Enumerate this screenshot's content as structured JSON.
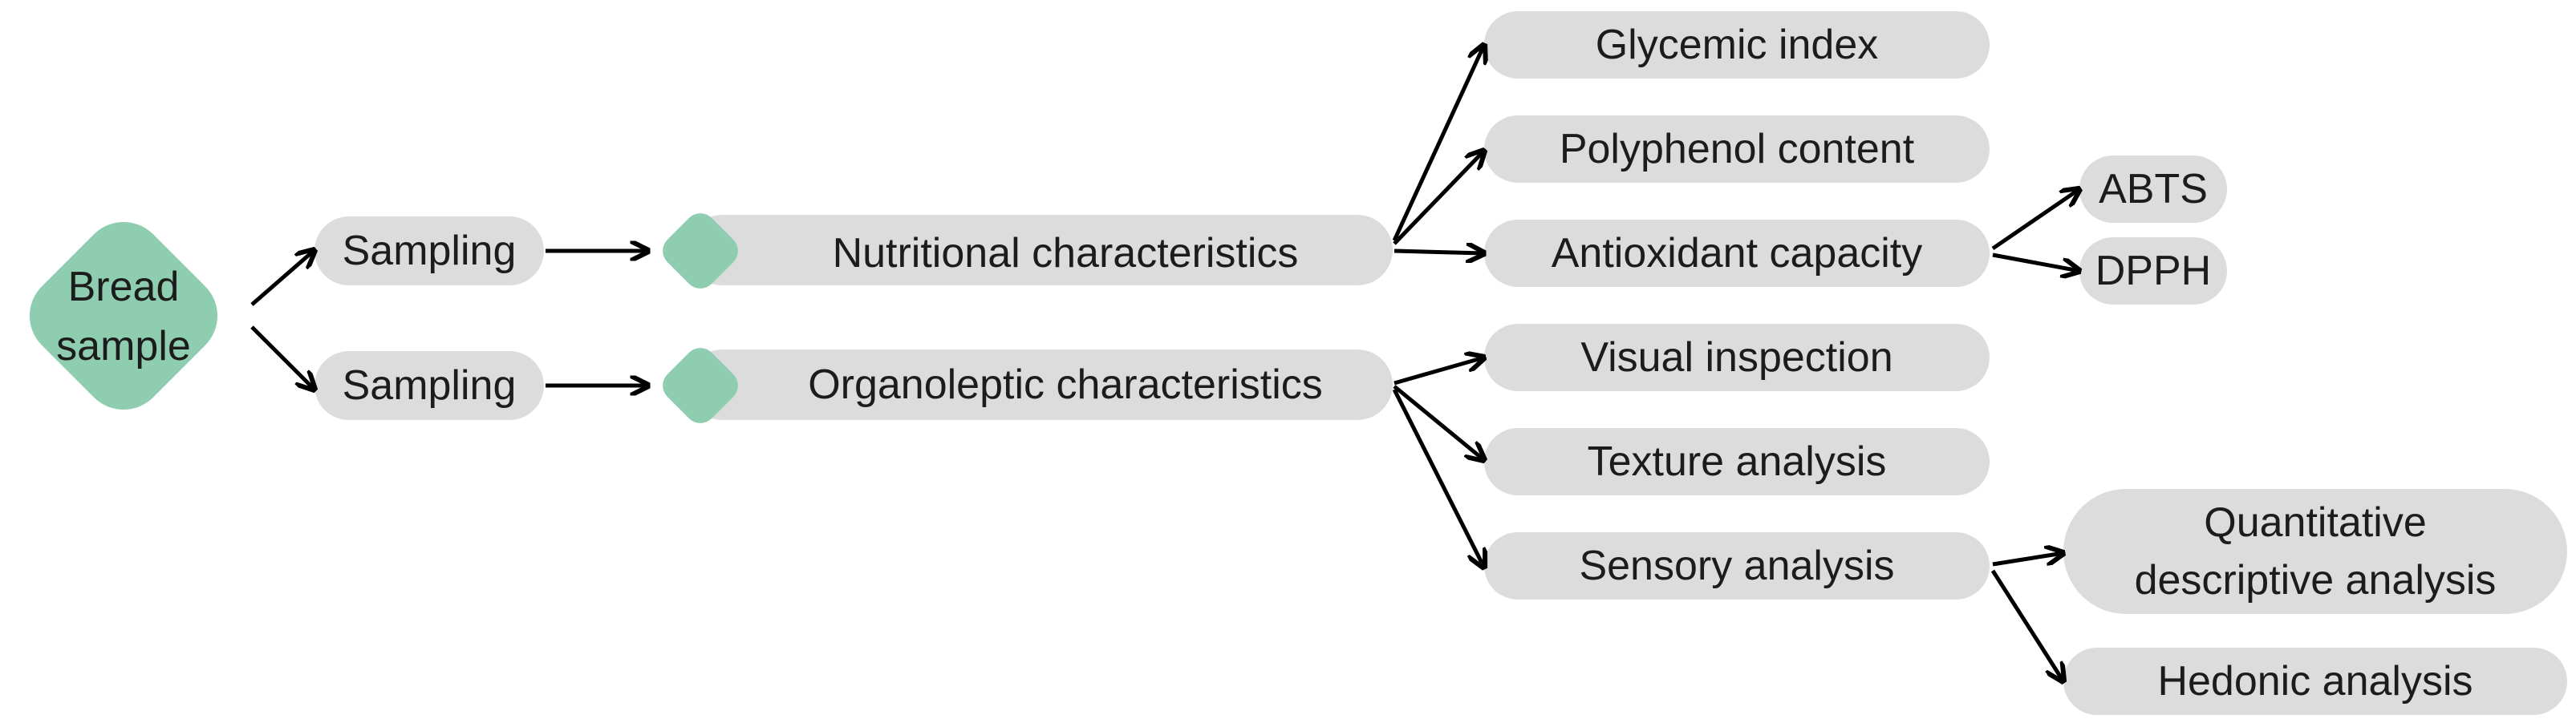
{
  "colors": {
    "pill_fill": "#dcdcdc",
    "accent_diamond": "#8ecdb0",
    "text": "#1c1c1c",
    "arrow": "#000000"
  },
  "root": {
    "line1": "Bread",
    "line2": "sample"
  },
  "sampling": {
    "top": "Sampling",
    "bottom": "Sampling"
  },
  "categories": {
    "nutritional": "Nutritional characteristics",
    "organoleptic": "Organoleptic characteristics"
  },
  "nutritional_items": {
    "glycemic": "Glycemic index",
    "polyphenol": "Polyphenol content",
    "antioxidant": "Antioxidant capacity"
  },
  "antioxidant_methods": {
    "abts": "ABTS",
    "dpph": "DPPH"
  },
  "organoleptic_items": {
    "visual": "Visual inspection",
    "texture": "Texture analysis",
    "sensory": "Sensory analysis"
  },
  "sensory_methods": {
    "qda_line1": "Quantitative",
    "qda_line2": "descriptive analysis",
    "hedonic": "Hedonic analysis"
  }
}
